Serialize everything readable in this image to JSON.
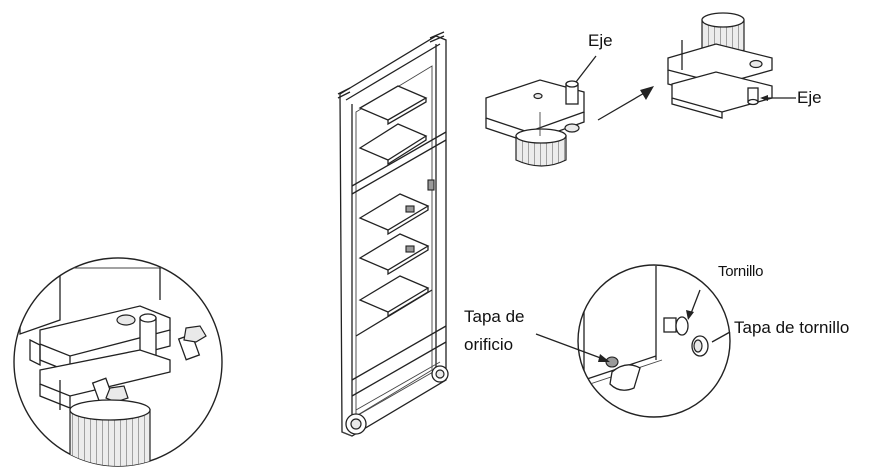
{
  "labels": {
    "eje_top": "Eje",
    "eje_right": "Eje",
    "tornillo": "Tornillo",
    "tapa_de_tornillo": "Tapa de tornillo",
    "tapa_de_orificio_line1": "Tapa de",
    "tapa_de_orificio_line2": "orificio"
  }
}
